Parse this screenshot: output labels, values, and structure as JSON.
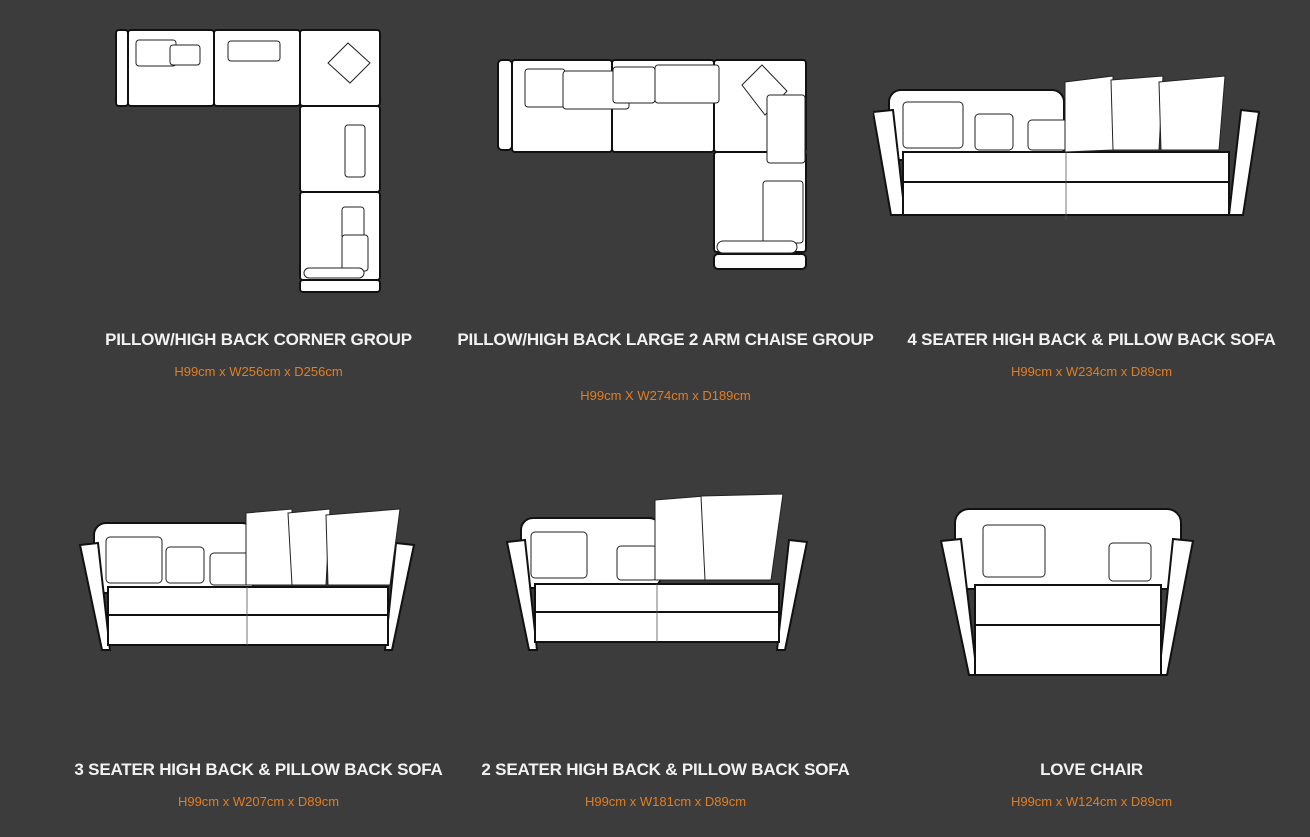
{
  "products": [
    {
      "title": "PILLOW/HIGH BACK CORNER GROUP",
      "dims": "H99cm x W256cm x D256cm"
    },
    {
      "title": "PILLOW/HIGH BACK LARGE 2 ARM CHAISE GROUP",
      "dims": "H99cm X W274cm x D189cm"
    },
    {
      "title": "4 SEATER HIGH BACK & PILLOW BACK SOFA",
      "dims": "H99cm x W234cm x D89cm"
    },
    {
      "title": "3 SEATER HIGH BACK & PILLOW BACK SOFA",
      "dims": "H99cm x W207cm x D89cm"
    },
    {
      "title": "2 SEATER HIGH BACK & PILLOW BACK SOFA",
      "dims": "H99cm x W181cm x D89cm"
    },
    {
      "title": "LOVE CHAIR",
      "dims": "H99cm x W124cm x D89cm"
    }
  ]
}
